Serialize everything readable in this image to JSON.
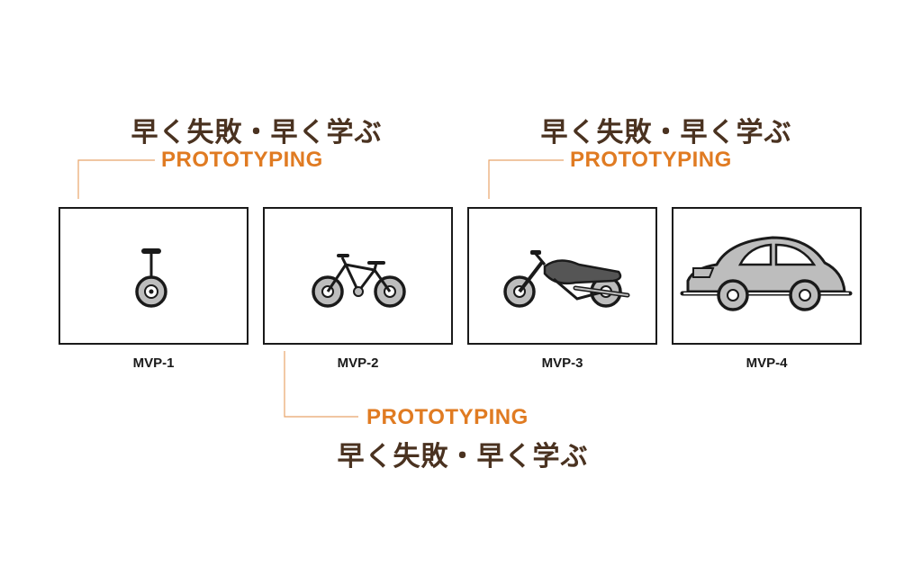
{
  "annotations": [
    {
      "heading": "早く失敗・早く学ぶ",
      "label": "PROTOTYPING"
    },
    {
      "heading": "早く失敗・早く学ぶ",
      "label": "PROTOTYPING"
    },
    {
      "heading": "早く失敗・早く学ぶ",
      "label": "PROTOTYPING"
    }
  ],
  "stages": [
    {
      "caption": "MVP-1",
      "icon": "unicycle-icon"
    },
    {
      "caption": "MVP-2",
      "icon": "bicycle-icon"
    },
    {
      "caption": "MVP-3",
      "icon": "motorcycle-icon"
    },
    {
      "caption": "MVP-4",
      "icon": "car-icon"
    }
  ],
  "colors": {
    "accent": "#e07b22",
    "heading": "#4a3220",
    "line": "#e8a56a",
    "outline": "#1a1a1a",
    "fill_gray": "#bdbdbd",
    "fill_dark": "#555555"
  }
}
